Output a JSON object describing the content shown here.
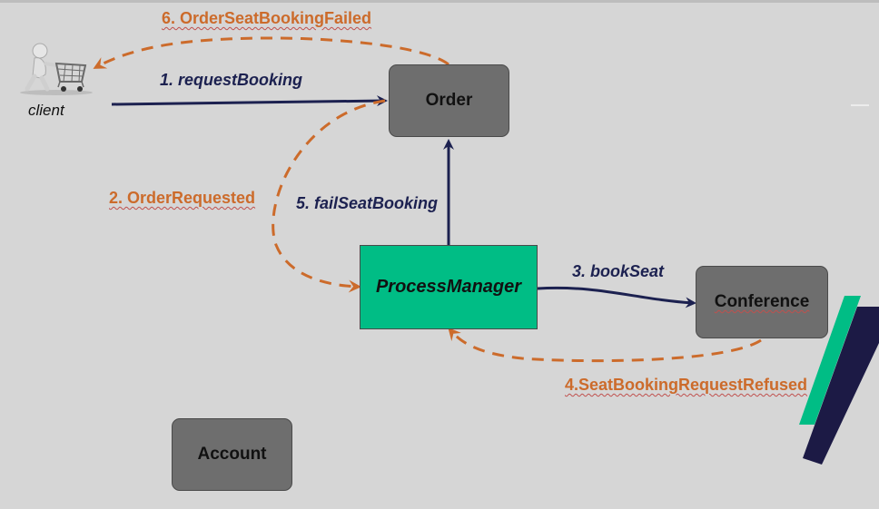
{
  "actors": {
    "client": "client"
  },
  "nodes": {
    "order": "Order",
    "process_manager": "ProcessManager",
    "conference": "Conference",
    "account": "Account"
  },
  "messages": {
    "m1": "1. requestBooking",
    "m2": "2. OrderRequested",
    "m3": "3. bookSeat",
    "m4": "4.SeatBookingRequestRefused",
    "m5": "5. failSeatBooking",
    "m6": "6. OrderSeatBookingFailed"
  },
  "colors": {
    "command_arrow": "#1c2150",
    "event_arrow": "#cc6b2b",
    "aggregate_fill": "#6e6e6e",
    "process_manager_fill": "#00bd85",
    "background": "#d6d6d6"
  }
}
